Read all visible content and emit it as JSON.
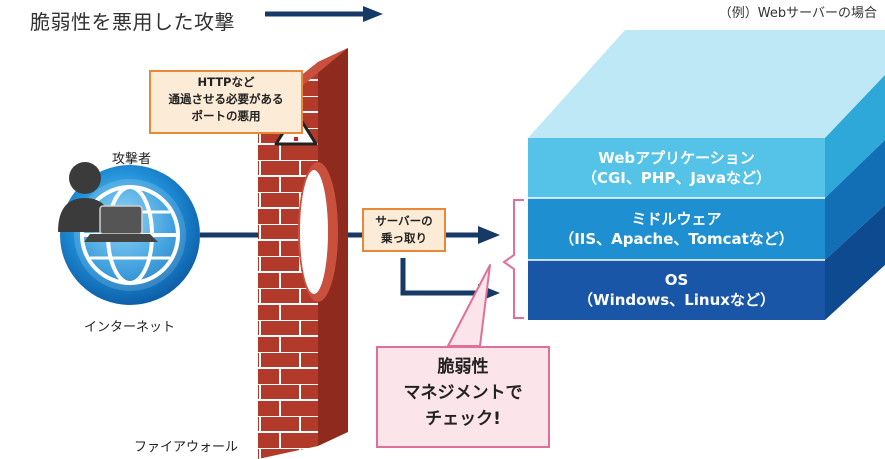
{
  "title": "脆弱性を悪用した攻撃",
  "example_note": "（例）Webサーバーの場合",
  "attacker_label": "攻撃者",
  "internet_label": "インターネット",
  "firewall_label": "ファイアウォール",
  "port_callout": [
    "HTTPなど",
    "通過させる必要がある",
    "ポートの悪用"
  ],
  "hijack_callout": [
    "サーバーの",
    "乗っ取り"
  ],
  "check_callout": [
    "脆弱性",
    "マネジメントで",
    "チェック!"
  ],
  "layers": [
    {
      "line1": "Webアプリケーション",
      "line2": "（CGI、PHP、Javaなど）"
    },
    {
      "line1": "ミドルウェア",
      "line2": "（IIS、Apache、Tomcatなど）"
    },
    {
      "line1": "OS",
      "line2": "（Windows、Linuxなど）"
    }
  ],
  "colors": {
    "arrow": "#163a63",
    "firewall": "#b23a2a",
    "layer_top": "#55c3e8",
    "layer_mid": "#1e8fd0",
    "layer_os": "#1956a8",
    "orange_border": "#e8893a",
    "pink_border": "#e0709a"
  }
}
